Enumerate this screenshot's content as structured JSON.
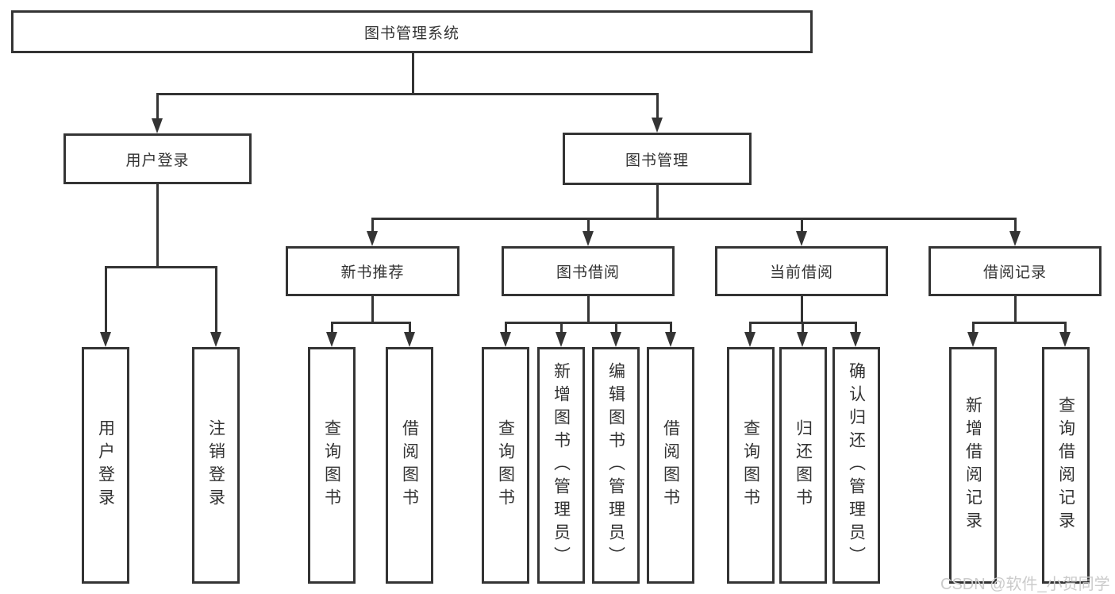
{
  "diagram": {
    "type": "tree",
    "tree": {
      "root": {
        "label": "图书管理系统"
      },
      "branches": [
        {
          "label": "用户登录",
          "children": [
            {
              "label": "用户登录"
            },
            {
              "label": "注销登录"
            }
          ]
        },
        {
          "label": "图书管理",
          "groups": [
            {
              "label": "新书推荐",
              "children": [
                {
                  "label": "查询图书"
                },
                {
                  "label": "借阅图书"
                }
              ]
            },
            {
              "label": "图书借阅",
              "children": [
                {
                  "label": "查询图书"
                },
                {
                  "label": "新增图书（管理员）"
                },
                {
                  "label": "编辑图书（管理员）"
                },
                {
                  "label": "借阅图书"
                }
              ]
            },
            {
              "label": "当前借阅",
              "children": [
                {
                  "label": "查询图书"
                },
                {
                  "label": "归还图书"
                },
                {
                  "label": "确认归还（管理员）"
                }
              ]
            },
            {
              "label": "借阅记录",
              "children": [
                {
                  "label": "新增借阅记录"
                },
                {
                  "label": "查询借阅记录"
                }
              ]
            }
          ]
        }
      ]
    },
    "colors": {
      "border": "#343434",
      "line": "#343434",
      "text": "#333333",
      "background": "#ffffff",
      "watermark": "#cbcbcb"
    }
  },
  "watermark": {
    "text": "CSDN @软件_小贺同学"
  }
}
